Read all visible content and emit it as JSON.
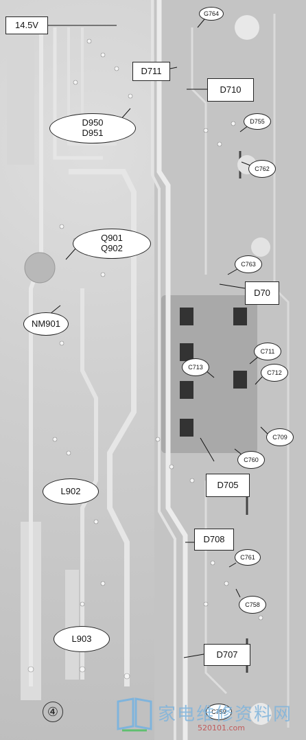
{
  "labels": {
    "v145": "14.5V",
    "g764": "G764",
    "d711": "D711",
    "d710": "D710",
    "d950": "D950",
    "d951": "D951",
    "d755": "D755",
    "c762": "C762",
    "q901": "Q901",
    "q902": "Q902",
    "c763": "C763",
    "d70": "D70",
    "nm901": "NM901",
    "c711": "C711",
    "c713": "C713",
    "c712": "C712",
    "c709": "C709",
    "c760": "C760",
    "d705": "D705",
    "l902": "L902",
    "d708": "D708",
    "c761": "C761",
    "c758": "C758",
    "l903": "L903",
    "d707": "D707",
    "c759": "C759"
  },
  "page_number": "④",
  "watermark": {
    "text": "家电维修资料网",
    "url": "520101.com"
  },
  "colors": {
    "board": "#c9c9c9",
    "trace": "#eeeeee",
    "label_fill": "#ffffff",
    "label_border": "#222222",
    "watermark": "#7fb4dc"
  }
}
